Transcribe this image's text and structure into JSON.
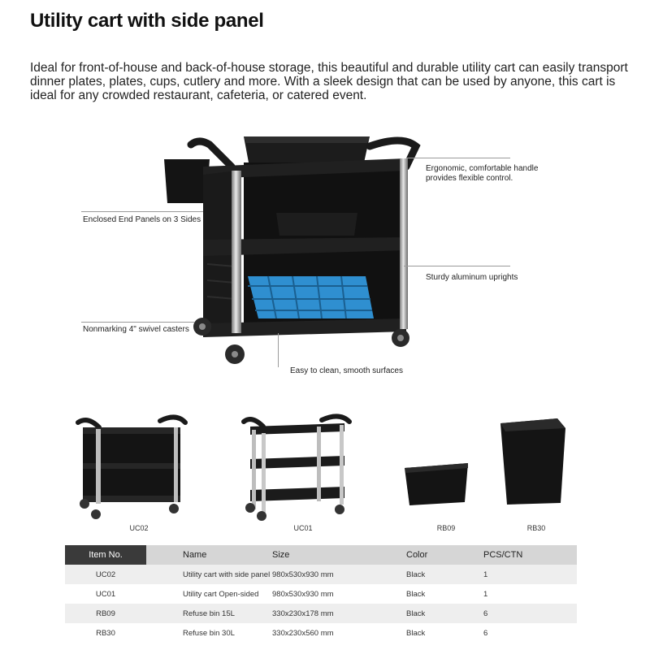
{
  "title": "Utility cart with side panel",
  "intro": "Ideal for front-of-house and back-of-house storage, this beautiful and durable utility cart can easily transport dinner plates, plates, cups, cutlery and more. With a sleek design that can be used by anyone, this cart is ideal for any crowded restaurant, cafeteria, or catered event.",
  "callouts": {
    "handle_line1": "Ergonomic, comfortable handle",
    "handle_line2": "provides flexible control.",
    "panels": "Enclosed End Panels on 3 Sides",
    "uprights": "Sturdy aluminum uprights",
    "casters": "Nonmarking 4\" swivel casters",
    "surfaces": "Easy to clean, smooth surfaces"
  },
  "products": [
    {
      "code": "UC02"
    },
    {
      "code": "UC01"
    },
    {
      "code": "RB09"
    },
    {
      "code": "RB30"
    }
  ],
  "table": {
    "headers": [
      "Item No.",
      "Name",
      "Size",
      "Color",
      "PCS/CTN"
    ],
    "rows": [
      [
        "UC02",
        "Utility cart with side panel",
        "980x530x930 mm",
        "Black",
        "1"
      ],
      [
        "UC01",
        "Utility cart Open-sided",
        "980x530x930 mm",
        "Black",
        "1"
      ],
      [
        "RB09",
        "Refuse bin 15L",
        "330x230x178 mm",
        "Black",
        "6"
      ],
      [
        "RB30",
        "Refuse bin 30L",
        "330x230x560 mm",
        "Black",
        "6"
      ]
    ]
  },
  "colors": {
    "header_dark": "#3a3a3a",
    "header_light": "#d6d6d6",
    "row_alt": "#eeeeee",
    "rack_blue": "#2f8fd0"
  }
}
